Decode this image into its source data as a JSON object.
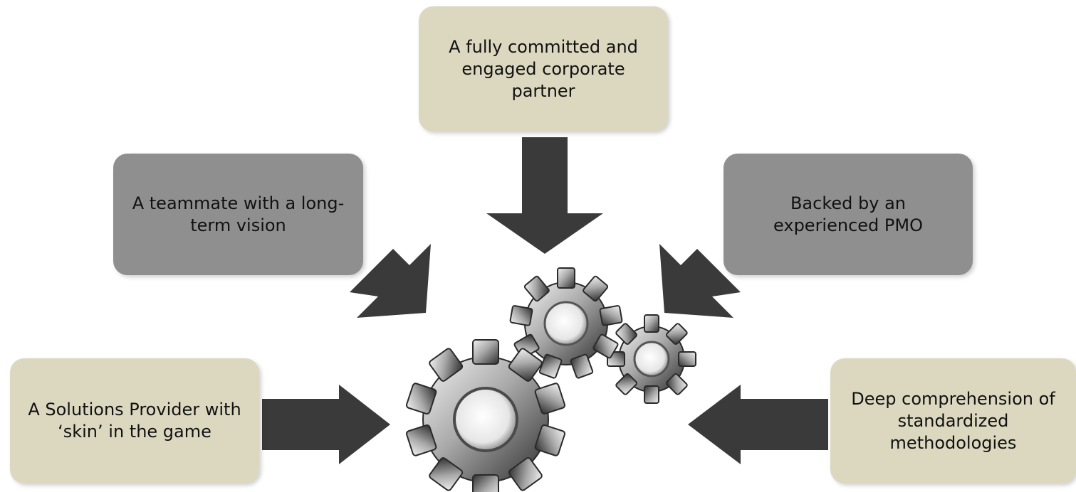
{
  "nodes": {
    "top": {
      "lines": [
        "A fully committed and",
        "engaged corporate",
        "partner"
      ]
    },
    "left": {
      "lines": [
        "A teammate with a long-",
        "term vision"
      ]
    },
    "right": {
      "lines": [
        "Backed by an",
        "experienced PMO"
      ]
    },
    "bottom_left": {
      "lines": [
        "A Solutions Provider with",
        "‘skin’ in the game"
      ]
    },
    "bottom_right": {
      "lines": [
        "Deep comprehension of",
        "standardized",
        "methodologies"
      ]
    }
  },
  "colors": {
    "tan_box": "#dcd8c0",
    "gray_box": "#8f8f8f",
    "arrow": "#3a3a3a",
    "gear_light": "#c9c9c9",
    "gear_dark": "#3c3c3c"
  },
  "icons": {
    "center": "gears-icon"
  }
}
